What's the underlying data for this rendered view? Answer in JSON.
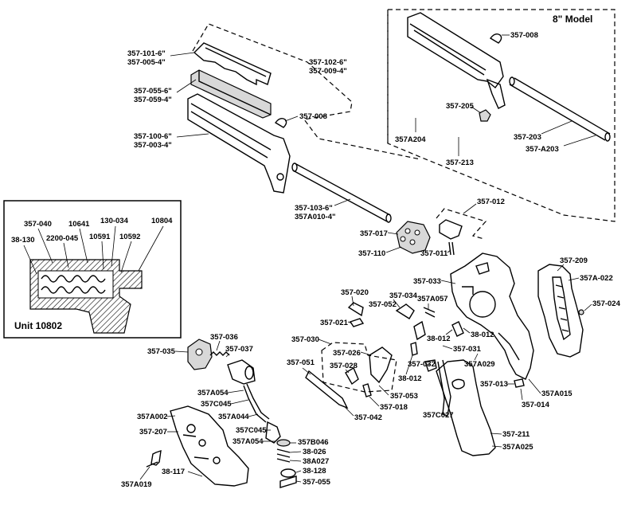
{
  "model_title": "8\" Model",
  "inset_title": "Unit 10802",
  "labels": {
    "p357_101_6": "357-101-6\"",
    "p357_005_4": "357-005-4\"",
    "p357_102_6": "357-102-6\"",
    "p357_009_4": "357-009-4\"",
    "p357_055_6": "357-055-6\"",
    "p357_059_4": "357-059-4\"",
    "p357_008_a": "357-008",
    "p357_100_6": "357-100-6\"",
    "p357_003_4": "357-003-4\"",
    "p357_103_6": "357-103-6\"",
    "p357A010_4": "357A010-4\"",
    "p357_008_b": "357-008",
    "p357_205": "357-205",
    "p357A204": "357A204",
    "p357_213": "357-213",
    "p357_203": "357-203",
    "p357_A203": "357-A203",
    "p357_012_top": "357-012",
    "p357_017": "357-017",
    "p357_110": "357-110",
    "p357_011": "357-011",
    "p357_209": "357-209",
    "p357A_022": "357A-022",
    "p357_024": "357-024",
    "p357_033": "357-033",
    "p357_020": "357-020",
    "p357_034": "357-034",
    "p357_052": "357-052",
    "p357A057": "357A057",
    "p357_021": "357-021",
    "p38_012_a": "38-012",
    "p38_012_b": "38-012",
    "p357_031": "357-031",
    "p357A029": "357A029",
    "p357_030": "357-030",
    "p357_026": "357-026",
    "p357_028": "357-028",
    "p357_051": "357-051",
    "p357_032": "357-032",
    "p38_012_c": "38-012",
    "p357_053": "357-053",
    "p357_018": "357-018",
    "p357_042": "357-042",
    "p357C027": "357C027",
    "p357_013": "357-013",
    "p357A015": "357A015",
    "p357_014": "357-014",
    "p357_211": "357-211",
    "p357A025": "357A025",
    "p357_036": "357-036",
    "p357_035": "357-035",
    "p357_037": "357-037",
    "p357A054_a": "357A054",
    "p357C045_a": "357C045",
    "p357A044": "357A044",
    "p357A002": "357A002",
    "p357_207": "357-207",
    "p357C045_b": "357C045",
    "p357A054_b": "357A054",
    "p357B046": "357B046",
    "p38_026": "38-026",
    "p38A027": "38A027",
    "p38_128": "38-128",
    "p357_055": "357-055",
    "p38_117": "38-117",
    "p357A019": "357A019",
    "i357_040": "357-040",
    "i10641": "10641",
    "i130_034": "130-034",
    "i10804": "10804",
    "i38_130": "38-130",
    "i2200_045": "2200-045",
    "i10591": "10591",
    "i10592": "10592"
  }
}
